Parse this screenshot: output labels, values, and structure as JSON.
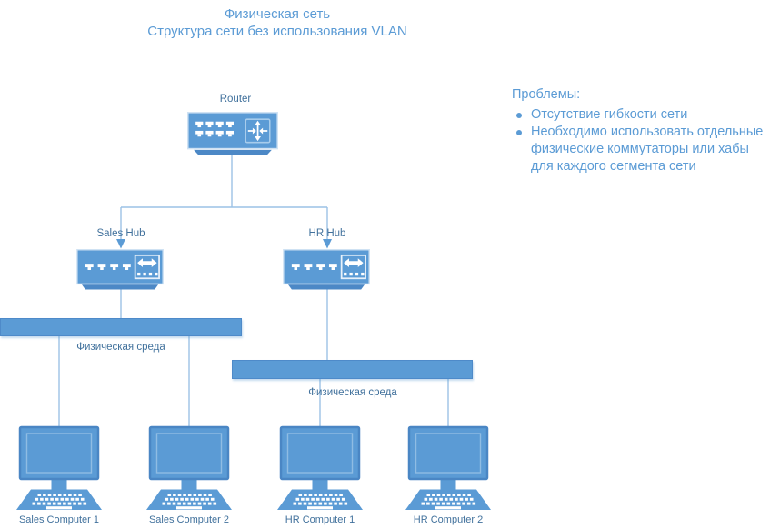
{
  "title": {
    "line1": "Физическая сеть",
    "line2": "Структура сети без использования VLAN"
  },
  "problems": {
    "heading": "Проблемы:",
    "items": [
      {
        "lines": [
          "Отсутствие гибкости сети"
        ]
      },
      {
        "lines": [
          "Необходимо использовать отдельные",
          "физические коммутаторы или хабы",
          "для каждого сегмента сети"
        ]
      }
    ]
  },
  "nodes": {
    "router": {
      "label": "Router",
      "icon": "router-icon"
    },
    "sales_hub": {
      "label": "Sales Hub",
      "icon": "hub-icon"
    },
    "hr_hub": {
      "label": "HR Hub",
      "icon": "hub-icon"
    },
    "sales_medium": {
      "label": "Физическая среда"
    },
    "hr_medium": {
      "label": "Физическая среда"
    },
    "computers": [
      {
        "label": "Sales Computer 1",
        "icon": "computer-icon"
      },
      {
        "label": "Sales Computer 2",
        "icon": "computer-icon"
      },
      {
        "label": "HR Computer 1",
        "icon": "computer-icon"
      },
      {
        "label": "HR Computer 2",
        "icon": "computer-icon"
      }
    ]
  },
  "colors": {
    "shape_fill": "#5B9BD5",
    "shape_base": "#4C88C6",
    "connector_line": "#9CC2E5",
    "arrowhead": "#5B9BD5",
    "dark_label_text": "#41719C",
    "light_text": "#5B9BD5"
  }
}
